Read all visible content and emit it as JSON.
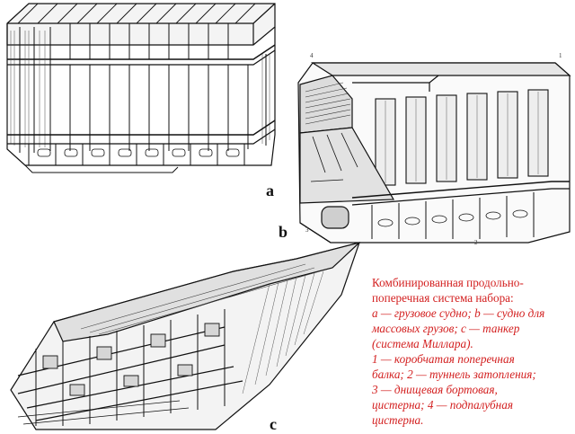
{
  "labels": {
    "a": "a",
    "b": "b",
    "c": "c"
  },
  "callouts": {
    "one": "1",
    "two": "2",
    "three": "3",
    "four": "4"
  },
  "caption": {
    "line1": "Комбинированная продольно-",
    "line2": "поперечная система набора:",
    "line3": "a — грузовое судно; b — судно для",
    "line4": "массовых грузов; c — танкер",
    "line5": "(система Миллара).",
    "line6": "1 — коробчатая поперечная",
    "line7": "балка; 2 — туннель затопления;",
    "line8": "3 — днищевая бортовая,",
    "line9": "цистерна; 4 — подпалубная",
    "line10": "цистерна."
  },
  "colors": {
    "caption": "#d32020",
    "ink": "#111111"
  }
}
